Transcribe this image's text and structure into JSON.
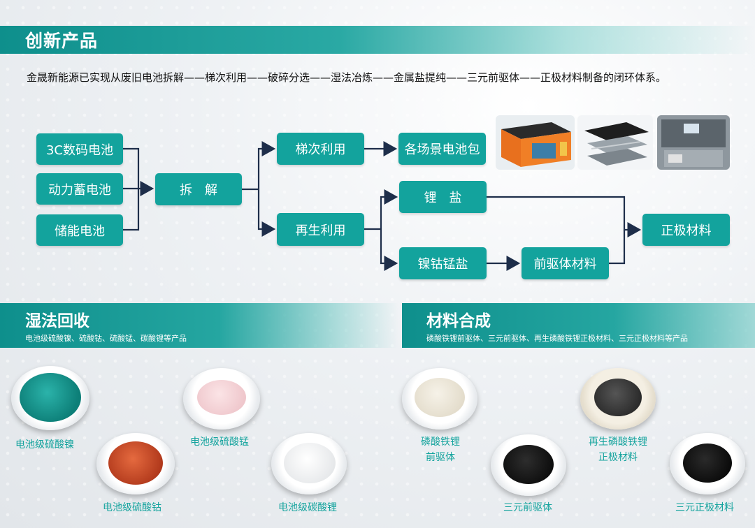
{
  "header": {
    "title": "创新产品"
  },
  "intro": "金晟新能源已实现从废旧电池拆解——梯次利用——破碎分选——湿法冶炼——金属盐提纯——三元前驱体——正极材料制备的闭环体系。",
  "flow": {
    "sources": [
      "3C数码电池",
      "动力蓄电池",
      "储能电池"
    ],
    "dismantle": "拆　解",
    "cascade": "梯次利用",
    "scenario_pack": "各场景电池包",
    "regenerate": "再生利用",
    "lithium_salt": "锂　盐",
    "nicomn_salt": "镍钴锰盐",
    "precursor": "前驱体材料",
    "cathode": "正极材料"
  },
  "hydro": {
    "title": "湿法回收",
    "desc": "电池级硫酸镍、硫酸钴、硫酸锰、碳酸锂等产品",
    "products": [
      "电池级硫酸镍",
      "电池级硫酸钴",
      "电池级硫酸锰",
      "电池级碳酸锂"
    ]
  },
  "synthesis": {
    "title": "材料合成",
    "desc": "磷酸铁锂前驱体、三元前驱体、再生磷酸铁锂正极材料、三元正极材料等产品",
    "products": [
      [
        "磷酸铁锂",
        "前驱体"
      ],
      [
        "三元前驱体"
      ],
      [
        "再生磷酸铁锂",
        "正极材料"
      ],
      [
        "三元正极材料"
      ]
    ]
  },
  "colors": {
    "teal": "#13a39d",
    "arrow": "#1e2e4a"
  }
}
